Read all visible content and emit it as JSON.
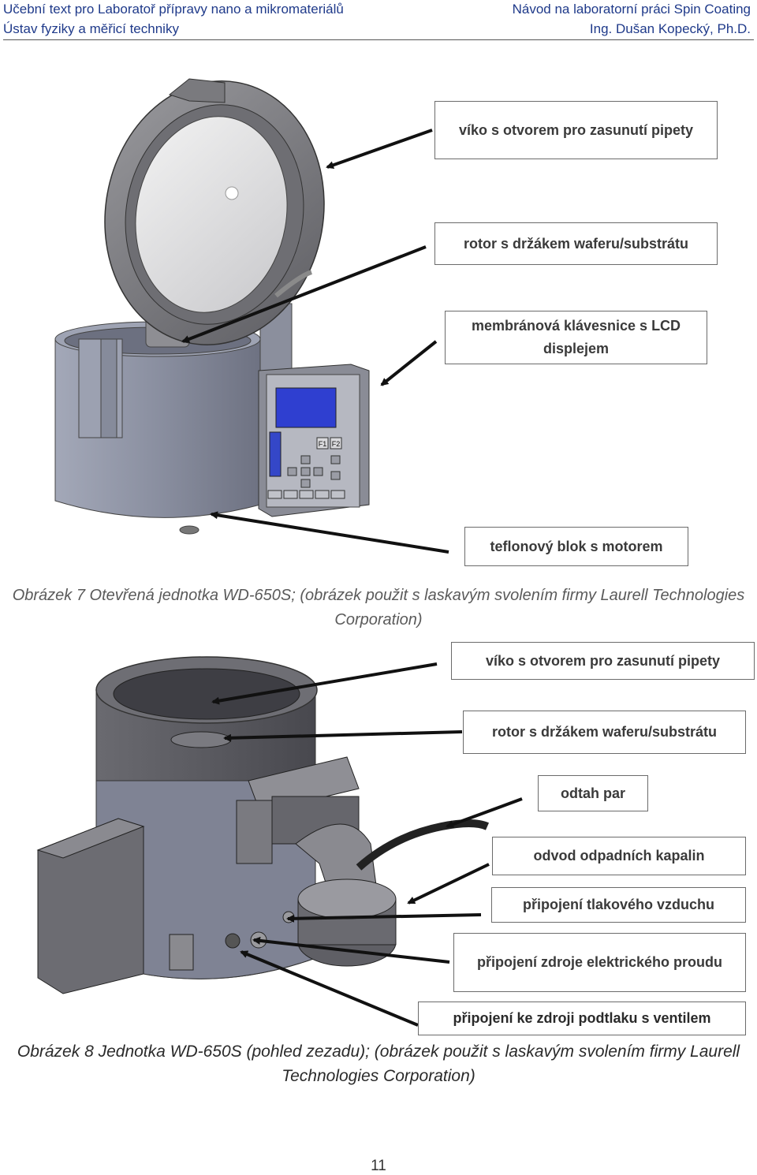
{
  "header": {
    "left_line1": "Učební text pro Laboratoř přípravy nano a mikromateriálů",
    "left_line2": "Ústav fyziky a měřicí techniky",
    "right_line1": "Návod na laboratorní práci Spin Coating",
    "right_line2": "Ing. Dušan Kopecký, Ph.D."
  },
  "figure7": {
    "labels": {
      "lid": "víko s otvorem pro zasunutí pipety",
      "rotor": "rotor s držákem waferu/substrátu",
      "keypad": "membránová klávesnice s LCD displejem",
      "teflon": "teflonový blok s motorem"
    },
    "panel": {
      "keys": [
        "F1",
        "F2"
      ]
    },
    "caption": "Obrázek 7 Otevřená jednotka WD-650S; (obrázek použit s laskavým svolením firmy Laurell Technologies Corporation)"
  },
  "figure8": {
    "labels": {
      "lid": "víko s otvorem pro zasunutí pipety",
      "rotor": "rotor s držákem waferu/substrátu",
      "exhaust": "odtah par",
      "drain": "odvod odpadních kapalin",
      "air": "připojení tlakového vzduchu",
      "power": "připojení zdroje elektrického proudu",
      "vacuum": "připojení ke zdroji podtlaku s ventilem"
    },
    "caption": "Obrázek 8 Jednotka WD-650S (pohled zezadu); (obrázek použit s laskavým svolením firmy Laurell Technologies Corporation)"
  },
  "page_number": "11",
  "colors": {
    "header_text": "#1f3a8a",
    "device_gray": "#7a7a80",
    "device_body": "#8a8e9c",
    "lcd_blue": "#2f3fd0"
  }
}
